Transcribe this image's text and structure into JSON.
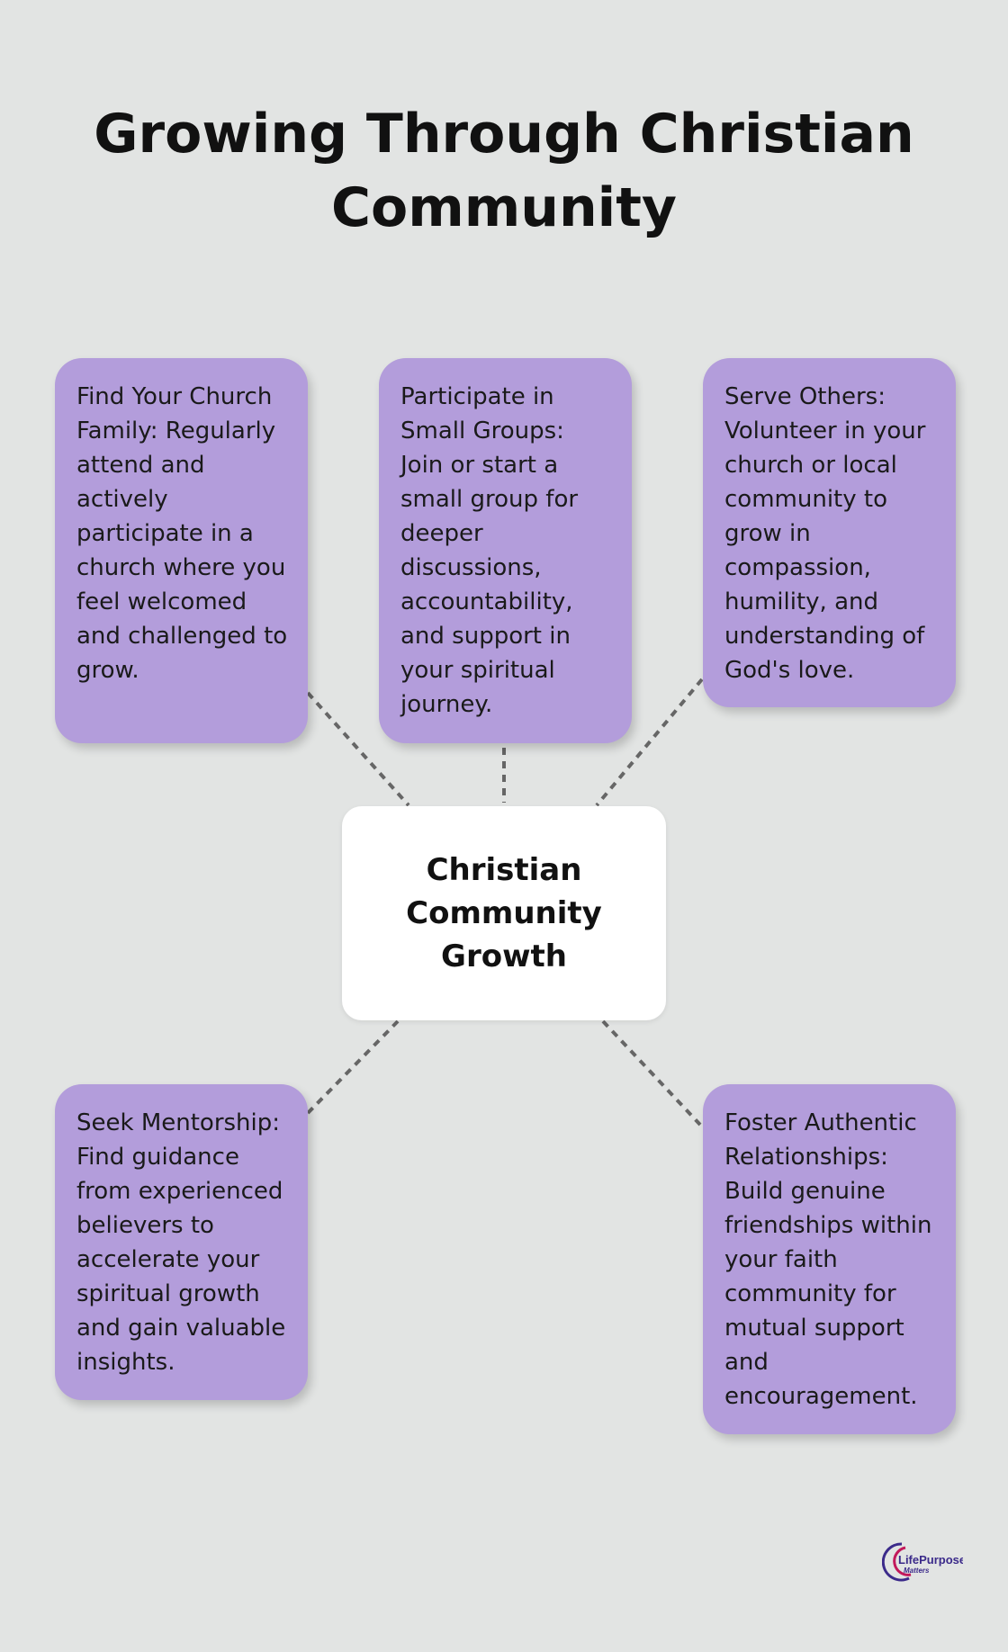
{
  "title": "Growing Through Christian Community",
  "center": "Christian Community Growth",
  "cards": [
    {
      "text": "Find Your Church Family: Regularly attend and actively participate in a church where you feel welcomed and challenged to grow."
    },
    {
      "text": "Participate in Small Groups: Join or start a small group for deeper discussions, accountability, and support in your spiritual journey."
    },
    {
      "text": "Serve Others: Volunteer in your church or local community to grow in compassion, humility, and understanding of God's love."
    },
    {
      "text": "Seek Mentorship: Find guidance from experienced believers to accelerate your spiritual growth and gain valuable insights."
    },
    {
      "text": "Foster Authentic Relationships: Build genuine friendships within your faith community for mutual support and encouragement."
    }
  ],
  "logo": {
    "line1": "LifePurpose",
    "line2": "Matters"
  },
  "colors": {
    "card": "#b39ddb",
    "background": "#e2e4e3",
    "center": "#ffffff"
  }
}
